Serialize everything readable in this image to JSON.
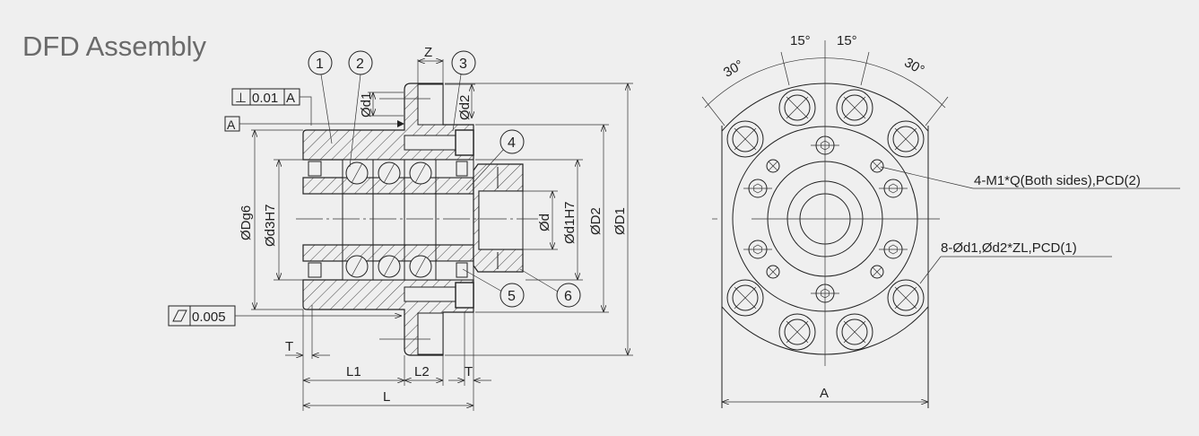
{
  "title": "DFD Assembly",
  "section_view": {
    "balloons": [
      "1",
      "2",
      "3",
      "4",
      "5",
      "6"
    ],
    "perpendicularity": {
      "symbol": "⊥",
      "tolerance": "0.01",
      "datum": "A"
    },
    "datum_label": "A",
    "flatness": {
      "symbol": "▱",
      "tolerance": "0.005"
    },
    "dims": {
      "Z": "Z",
      "d1": "Ød1",
      "d2": "Ød2",
      "Dg6": "ØDg6",
      "d3H7": "Ød3H7",
      "d": "Ød",
      "d1H7": "Ød1H7",
      "D2": "ØD2",
      "D1": "ØD1",
      "T_left": "T",
      "T_right": "T",
      "L1": "L1",
      "L2": "L2",
      "L": "L"
    }
  },
  "end_view": {
    "angles": [
      "30°",
      "15°",
      "15°",
      "30°"
    ],
    "callout_tapped": "4-M1*Q(Both sides),PCD(2)",
    "callout_holes": "8-Ød1,Ød2*ZL,PCD(1)",
    "dim_A": "A"
  }
}
